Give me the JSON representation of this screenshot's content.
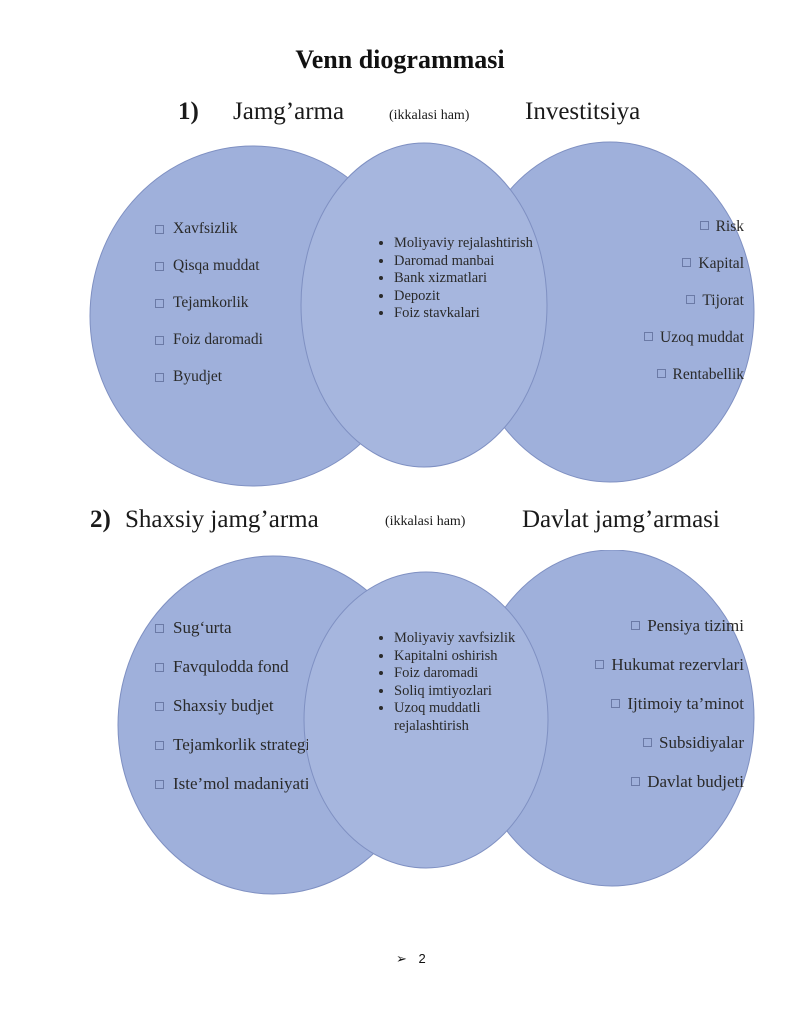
{
  "title": "Venn diogrammasi",
  "diagrams": [
    {
      "number": "1)",
      "left_title": "Jamg’arma",
      "middle_title": "(ikkalasi ham)",
      "right_title": "Investitsiya",
      "left_items": [
        "Xavfsizlik",
        "Qisqa muddat",
        "Tejamkorlik",
        "Foiz daromadi",
        "Byudjet"
      ],
      "middle_items": [
        "Moliyaviy rejalashtirish",
        "Daromad manbai",
        "Bank xizmatlari",
        "Depozit",
        "Foiz stavkalari"
      ],
      "right_items": [
        "Risk",
        "Kapital",
        "Tijorat",
        "Uzoq muddat",
        "Rentabellik"
      ]
    },
    {
      "number": "2)",
      "left_title": "Shaxsiy jamg’arma",
      "middle_title": "(ikkalasi ham)",
      "right_title": "Davlat jamg’armasi",
      "left_items": [
        "Sug‘urta",
        "Favqulodda fond",
        "Shaxsiy budjet",
        "Tejamkorlik strategiyasi",
        "Iste’mol madaniyati"
      ],
      "middle_items": [
        "Moliyaviy xavfsizlik",
        "Kapitalni oshirish",
        "Foiz daromadi",
        "Soliq imtiyozlari",
        "Uzoq muddatli rejalashtirish"
      ],
      "right_items": [
        "Pensiya tizimi",
        "Hukumat rezervlari",
        "Ijtimoiy ta’minot",
        "Subsidiyalar",
        "Davlat budjeti"
      ]
    }
  ],
  "footer": {
    "bullet": "➢",
    "page_number": "2"
  },
  "colors": {
    "circle_fill": "#9fb0db",
    "circle_stroke": "#7f90c2",
    "center_fill": "#a6b6de"
  }
}
